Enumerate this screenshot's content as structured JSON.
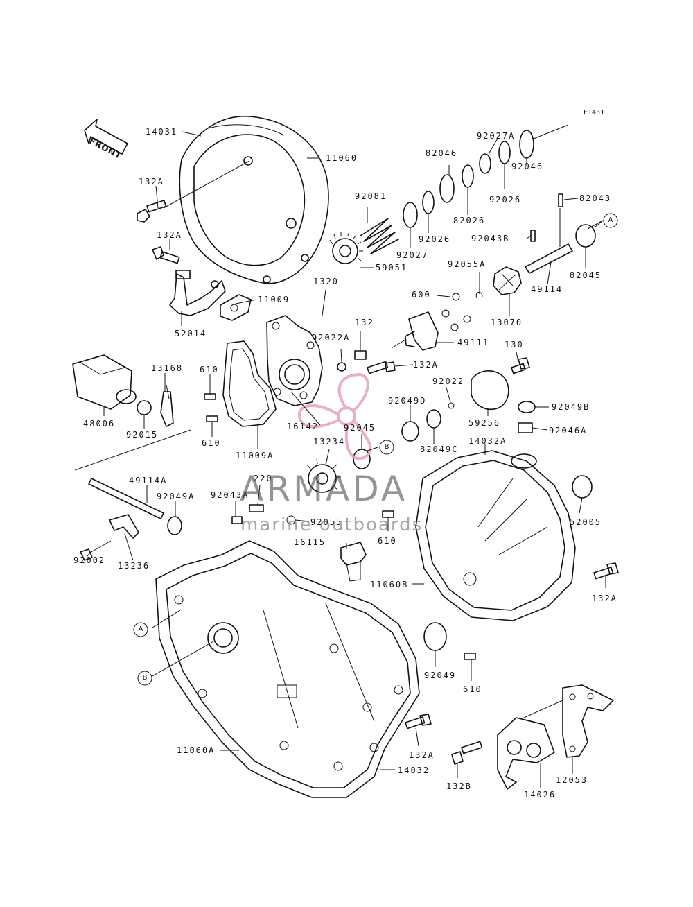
{
  "diagram_code": "E1431",
  "front_label": "FRONT",
  "watermark": {
    "brand": "ARMADA",
    "tagline": "marine outboards",
    "logo_color": "#e8a0bf",
    "text_color": "#3c3c3c"
  },
  "ref_markers": [
    "A",
    "B"
  ],
  "part_labels": [
    "14031",
    "11060",
    "132A",
    "132A",
    "92081",
    "59051",
    "52014",
    "11009",
    "1320",
    "92022A",
    "132",
    "132A",
    "82046",
    "92027A",
    "92046",
    "92026",
    "82026",
    "92026",
    "92027",
    "82043",
    "92043B",
    "82045",
    "49114",
    "92055A",
    "600",
    "13070",
    "49111",
    "130",
    "92022",
    "59256",
    "92049B",
    "92046A",
    "48006",
    "92015",
    "13168",
    "610",
    "610",
    "11009A",
    "16142",
    "92045",
    "92049D",
    "82049C",
    "14032A",
    "13234",
    "49114A",
    "92049A",
    "92043A",
    "220",
    "92055",
    "16115",
    "610",
    "52005",
    "92002",
    "13236",
    "11060B",
    "132A",
    "92049",
    "610",
    "11060A",
    "132A",
    "14032",
    "132B",
    "14026",
    "12053"
  ]
}
